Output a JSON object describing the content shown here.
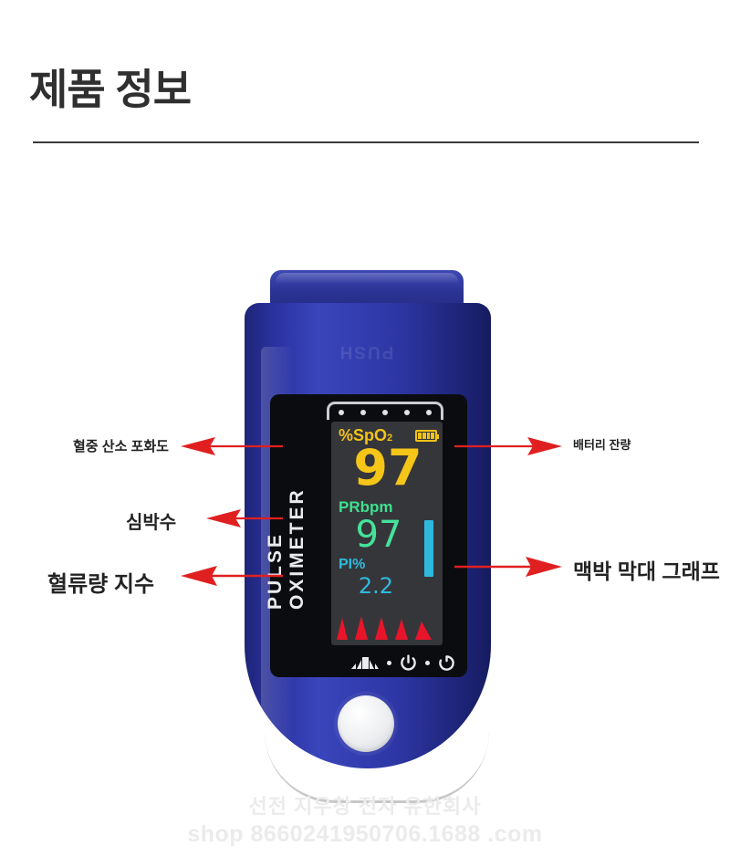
{
  "header": {
    "title": "제품 정보"
  },
  "device": {
    "clip_text": "PUSH",
    "side_text": "PULSE OXIMETER",
    "screen": {
      "spo2_label": "%SpO",
      "spo2_label_sub": "2",
      "spo2_value": "97",
      "pr_label": "PRbpm",
      "pr_value": "97",
      "pi_label": "PI%",
      "pi_value": "2.2",
      "battery_bars": 4,
      "colors": {
        "spo2": "#f5c518",
        "pr": "#45e39a",
        "pi": "#31b9dd",
        "pleth": "#e8152a",
        "battery": "#f2c317",
        "screen_bg": "#35363a"
      }
    },
    "icons": {
      "signal": "signal-bars-icon",
      "power": "power-icon",
      "rotate": "rotate-icon"
    },
    "body_color": "#2a32a0",
    "button": "power-button"
  },
  "callouts": {
    "left": [
      {
        "label": "혈중 산소 포화도",
        "points_to": "spo2-label"
      },
      {
        "label": "심박수",
        "points_to": "pr-label"
      },
      {
        "label": "혈류량 지수",
        "points_to": "pi-label"
      }
    ],
    "right": [
      {
        "label": "배터리 잔량",
        "points_to": "battery-icon"
      },
      {
        "label": "맥박 막대 그래프",
        "points_to": "pulse-bar"
      }
    ],
    "arrow_color": "#e02020"
  },
  "watermark": {
    "line1": "선전 지우창 전자 유한회사",
    "line2": "shop 8660241950706.1688 .com"
  }
}
